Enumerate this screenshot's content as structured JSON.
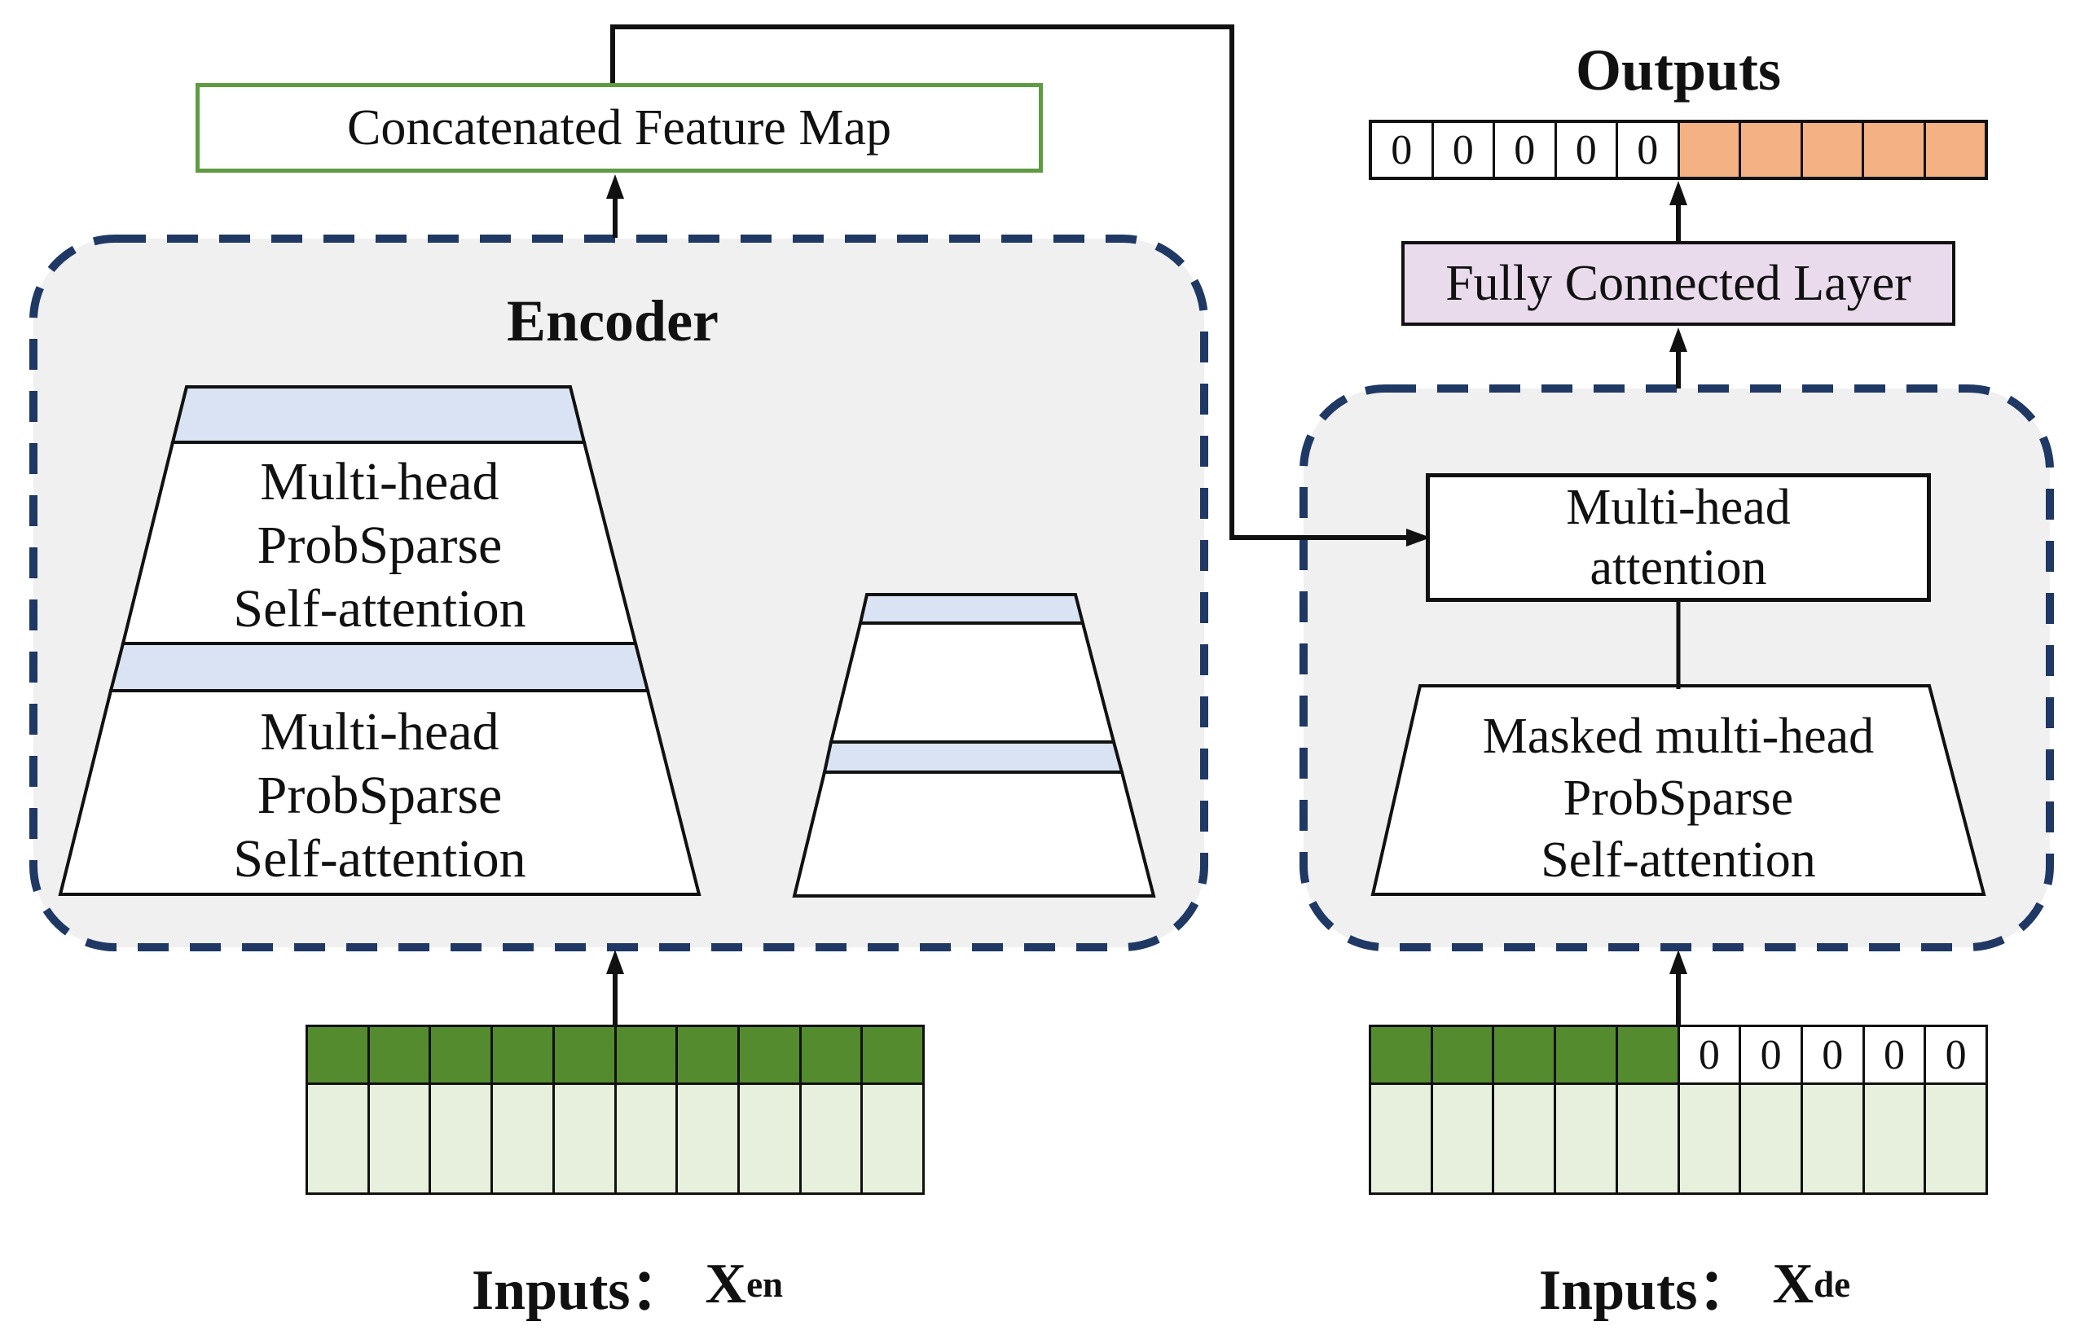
{
  "colors": {
    "dark_green": "#548b2f",
    "light_green": "#e6f0dc",
    "orange": "#f4b183",
    "blue_strip": "#dae3f3",
    "purple_fc": "#e9daec",
    "navy_dash": "#1f3864",
    "green_border": "#5e9b41",
    "panel_fill": "#f0f0f1",
    "line_black": "#111111"
  },
  "encoder_branch": {
    "concat_box_label": "Concatenated Feature Map",
    "encoder_title": "Encoder",
    "upper_attention_text": "Multi-head\nProbSparse\nSelf-attention",
    "lower_attention_text": "Multi-head\nProbSparse\nSelf-attention",
    "input_label_prefix": "Inputs：",
    "input_symbol": "X",
    "input_subscript": "en"
  },
  "decoder_branch": {
    "outputs_title": "Outputs",
    "fc_label": "Fully Connected Layer",
    "mha_text": "Multi-head\nattention",
    "masked_text": "Masked multi-head\nProbSparse\nSelf-attention",
    "zeros": [
      "0",
      "0",
      "0",
      "0",
      "0"
    ],
    "input_label_prefix": "Inputs：",
    "input_symbol": "X",
    "input_subscript": "de"
  },
  "outputs_row": {
    "zeros": [
      "0",
      "0",
      "0",
      "0",
      "0"
    ],
    "orange_cell_count": 5
  }
}
